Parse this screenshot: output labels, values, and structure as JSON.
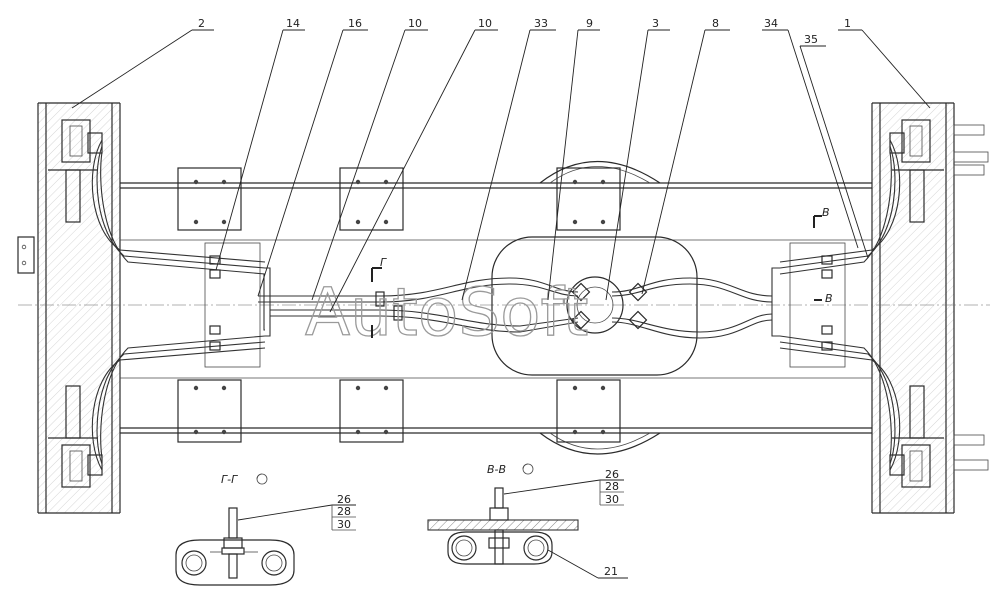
{
  "watermark": "AutoSoft",
  "callouts": [
    {
      "id": "c-2",
      "text": "2"
    },
    {
      "id": "c-14",
      "text": "14"
    },
    {
      "id": "c-16",
      "text": "16"
    },
    {
      "id": "c-10a",
      "text": "10"
    },
    {
      "id": "c-10b",
      "text": "10"
    },
    {
      "id": "c-33",
      "text": "33"
    },
    {
      "id": "c-9",
      "text": "9"
    },
    {
      "id": "c-3",
      "text": "3"
    },
    {
      "id": "c-8",
      "text": "8"
    },
    {
      "id": "c-34",
      "text": "34"
    },
    {
      "id": "c-35",
      "text": "35"
    },
    {
      "id": "c-1",
      "text": "1"
    },
    {
      "id": "c-21",
      "text": "21"
    }
  ],
  "section_marks": {
    "g_top": "Г",
    "v_top": "В",
    "v_mid": "В"
  },
  "section_gg": {
    "title": "Г-Г",
    "parts": [
      "26",
      "28",
      "30"
    ]
  },
  "section_vv": {
    "title": "В-В",
    "parts": [
      "26",
      "28",
      "30"
    ]
  }
}
